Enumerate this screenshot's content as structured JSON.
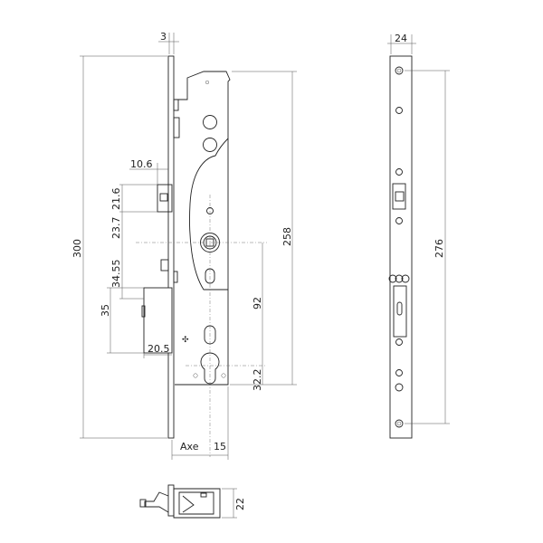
{
  "drawing": {
    "side_view": {
      "dimensions": {
        "faceplate_thickness": "3",
        "total_height": "300",
        "latch_offset": "10.6",
        "latch_height": "21.6",
        "latch_to_follower": "23.7",
        "follower_to_deadbolt": "34.55",
        "deadbolt_height": "35",
        "deadbolt_throw": "20.5",
        "case_height": "258",
        "follower_to_cylinder": "92",
        "cylinder_to_bottom": "32.2",
        "backset_label": "Axe",
        "backset": "15"
      }
    },
    "front_view": {
      "dimensions": {
        "faceplate_width": "24",
        "screw_spacing": "276"
      }
    },
    "bottom_view": {
      "dimensions": {
        "bolt_width": "22"
      }
    }
  }
}
